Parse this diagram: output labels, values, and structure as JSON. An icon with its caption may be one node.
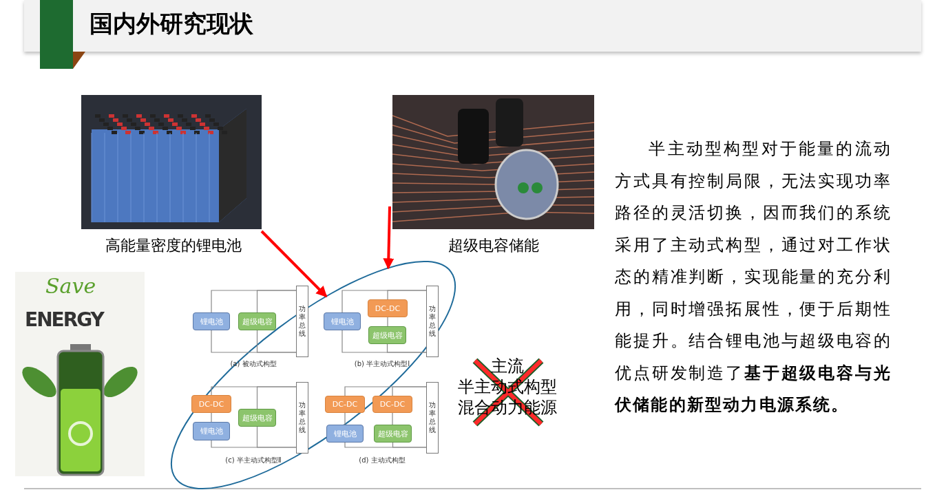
{
  "diagram": {
    "title": "国内外研究现状",
    "nodes": [
      {
        "text": [],
        "shape": "picture",
        "beside": [
          "高能量密度的锂电池"
        ]
      },
      {
        "text": [],
        "shape": "picture",
        "beside": [
          "超级电容储能"
        ]
      },
      {
        "text": [
          "锂电池"
        ]
      },
      {
        "text": [
          "超级电容"
        ]
      },
      {
        "text": [
          "功率总线"
        ]
      },
      {
        "text": [
          "锂电池"
        ]
      },
      {
        "text": [
          "DC-DC"
        ]
      },
      {
        "text": [
          "超级电容"
        ]
      },
      {
        "text": [
          "功率总线"
        ]
      },
      {
        "text": [
          "DC-DC"
        ]
      },
      {
        "text": [
          "锂电池"
        ]
      },
      {
        "text": [
          "超级电容"
        ]
      },
      {
        "text": [
          "功率总线"
        ]
      },
      {
        "text": [
          "DC-DC"
        ]
      },
      {
        "text": [
          "DC-DC"
        ]
      },
      {
        "text": [
          "锂电池"
        ]
      },
      {
        "text": [
          "超级电容"
        ]
      },
      {
        "text": [
          "功率总线"
        ]
      }
    ],
    "edges": [
      {
        "from": 0,
        "to": 5,
        "arrow": "to",
        "style": "thick",
        "color": "#ff0000"
      },
      {
        "from": 1,
        "to": 6,
        "arrow": "to",
        "style": "thick",
        "color": "#ff0000"
      },
      {
        "from": 2,
        "to": 4,
        "arrow": "none"
      },
      {
        "from": 2,
        "to": 4,
        "arrow": "none"
      },
      {
        "from": 3,
        "to": 4,
        "arrow": "none"
      },
      {
        "from": 3,
        "to": 4,
        "arrow": "none"
      },
      {
        "from": 5,
        "to": 8,
        "arrow": "none"
      },
      {
        "from": 5,
        "to": 8,
        "arrow": "none"
      },
      {
        "from": 6,
        "to": 8,
        "arrow": "none"
      },
      {
        "from": 6,
        "to": 7,
        "arrow": "none"
      },
      {
        "from": 7,
        "to": 8,
        "arrow": "none"
      },
      {
        "from": 9,
        "to": 12,
        "arrow": "none"
      },
      {
        "from": 9,
        "to": 10,
        "arrow": "none"
      },
      {
        "from": 10,
        "to": 12,
        "arrow": "none"
      },
      {
        "from": 11,
        "to": 12,
        "arrow": "none"
      },
      {
        "from": 11,
        "to": 12,
        "arrow": "none"
      },
      {
        "from": 13,
        "to": 17,
        "arrow": "none"
      },
      {
        "from": 13,
        "to": 15,
        "arrow": "none"
      },
      {
        "from": 15,
        "to": 17,
        "arrow": "none"
      },
      {
        "from": 14,
        "to": 17,
        "arrow": "none"
      },
      {
        "from": 14,
        "to": 16,
        "arrow": "none"
      },
      {
        "from": 16,
        "to": 17,
        "arrow": "none"
      }
    ],
    "labels": [
      "Save",
      "ENERGY",
      "(a) 被动式构型",
      "(b) 半主动式构型Ⅰ",
      "(c) 半主动式构型Ⅱ",
      "(d) 主动式构型",
      "主流",
      "半主动式构型",
      "混合动力能源",
      "半主动型构型对于能量的流动方式具有控制局限，无法实现功率路径的灵活切换，因而我们的系统采用了主动式构型，通过对工作状态的精准判断，实现能量的充分利用，同时增强拓展性，便于后期性能提升。结合锂电池与超级电容的优点研发制造了**基于超级电容与光伏储能的新型动力电源系统。**"
    ]
  }
}
